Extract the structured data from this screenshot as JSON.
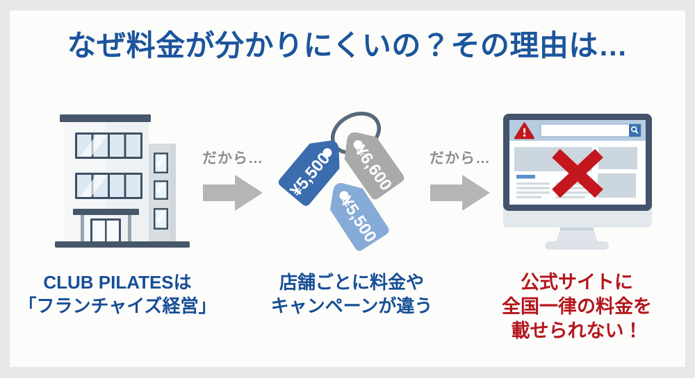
{
  "title": "なぜ料金が分かりにくいの？その理由は…",
  "arrows": [
    {
      "label": "だから…"
    },
    {
      "label": "だから…"
    }
  ],
  "steps": [
    {
      "id": "franchise",
      "icon": "building-icon",
      "caption_lines": [
        "CLUB PILATESは",
        "「フランチャイズ経営」"
      ]
    },
    {
      "id": "prices-differ",
      "icon": "price-tags-icon",
      "price_tags": [
        "¥5,500",
        "¥6,600",
        "¥5,500"
      ],
      "caption_lines": [
        "店舗ごとに料金や",
        "キャンペーンが違う"
      ]
    },
    {
      "id": "no-uniform-pricing",
      "icon": "monitor-error-icon",
      "caption_lines": [
        "公式サイトに",
        "全国一律の料金を",
        "載せられない！"
      ]
    }
  ],
  "colors": {
    "background": "#e8e8e7",
    "card": "#fcfcfb",
    "heading_blue": "#1b559c",
    "caption_blue": "#174e96",
    "alert_red": "#b5151b",
    "x_mark_red": "#c3161d",
    "arrow_gray": "#b5b5b5",
    "label_gray": "#8d8d8d",
    "tag_dark_blue": "#3b6cae",
    "tag_gray": "#a9a9a9",
    "tag_light_blue": "#86abd7",
    "slate_dark": "#46576a",
    "monitor_topbar_blue": "#b6cce1"
  }
}
